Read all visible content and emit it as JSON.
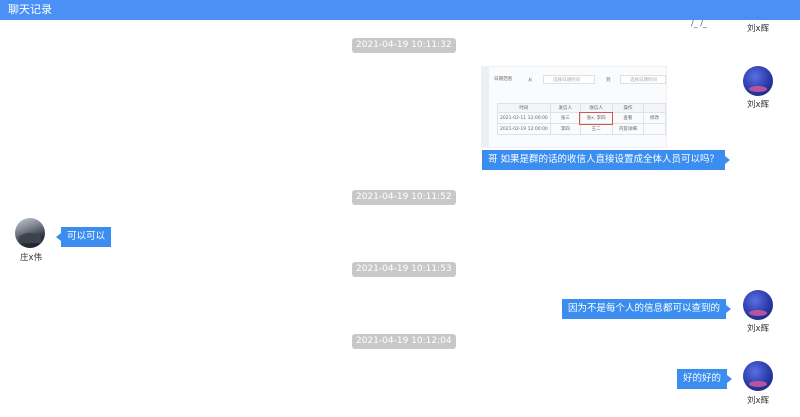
{
  "window": {
    "title": "聊天记录"
  },
  "top_fragment": "/_ /_",
  "timestamps": [
    "2021-04-19 10:11:32",
    "2021-04-19 10:11:52",
    "2021-04-19 10:11:53",
    "2021-04-19 10:12:04"
  ],
  "users": {
    "self": "刘x辉",
    "other": "庄x伟"
  },
  "messages": [
    {
      "text": "哥 如果是群的话的收信人直接设置成全体人员可以吗？"
    },
    {
      "text": "可以可以"
    },
    {
      "text": "因为不是每个人的信息都可以查到的"
    },
    {
      "text": "好的好的"
    }
  ],
  "screenshot": {
    "filter_label": "日期范围",
    "filter_a": "从",
    "filter_a_placeholder": "选择日期时间",
    "filter_b": "到",
    "filter_b_placeholder": "选择日期时间",
    "columns": [
      "时间",
      "发信人",
      "收信人",
      "操作",
      ""
    ],
    "rows": [
      [
        "2021-02-11 12:00:00",
        "张三",
        "张x, 李四",
        "查看",
        "修改"
      ],
      [
        "2021-02-19 12:00:00",
        "李四",
        "王二",
        "内容详细",
        ""
      ]
    ]
  },
  "colors": {
    "header": "#4a90f5",
    "bubble": "#3b8ef0",
    "timestamp": "#c8c8c8"
  }
}
